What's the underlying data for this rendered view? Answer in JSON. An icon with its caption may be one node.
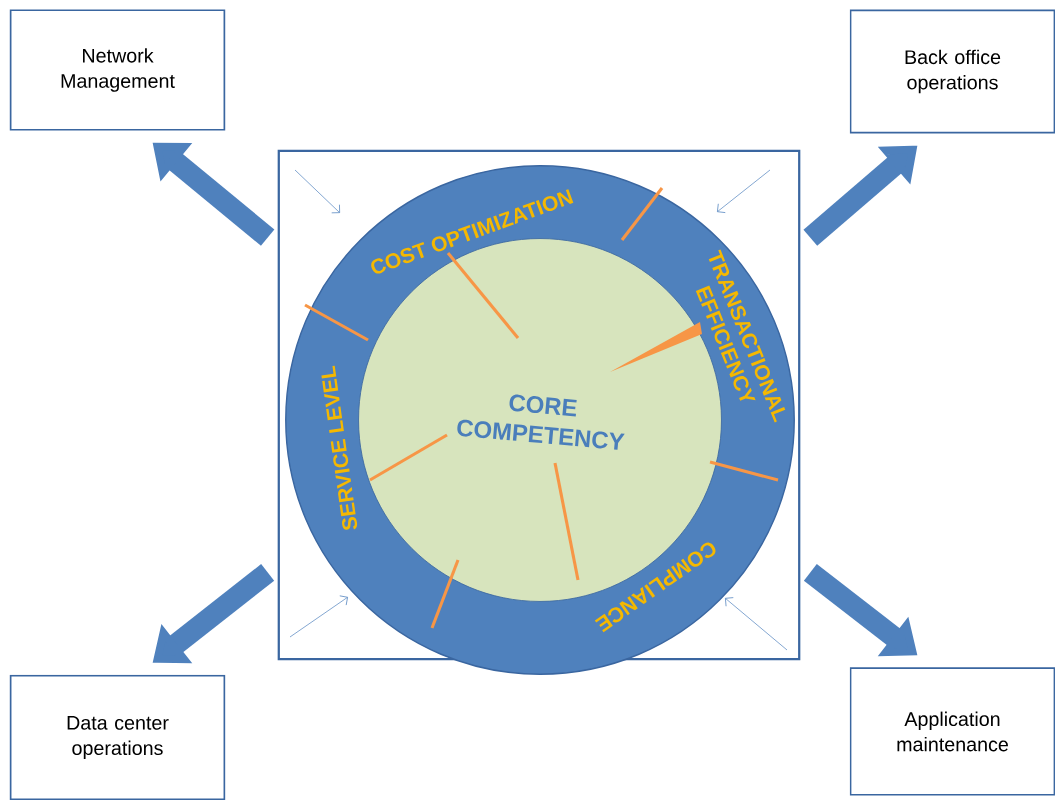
{
  "diagram": {
    "nodes": [
      {
        "text": [
          "Network Management"
        ]
      },
      {
        "text": [
          "Back office operations"
        ]
      },
      {
        "text": [],
        "shape": "box"
      },
      {
        "text": [],
        "shape": "circle",
        "in": 2
      },
      {
        "text": [
          "COST OPTIMIZATION"
        ],
        "in": 3
      },
      {
        "text": [
          "TRANSACTIONAL EFFICIENCY"
        ],
        "in": 3
      },
      {
        "text": [
          "SERVICE LEVEL"
        ],
        "in": 3
      },
      {
        "text": [
          "COMPLIANCE"
        ],
        "in": 3
      },
      {
        "text": [
          "CORE COMPETENCY"
        ],
        "in": 3
      },
      {
        "text": [
          "Data center operations"
        ]
      },
      {
        "text": [
          "Application maintenance"
        ]
      }
    ],
    "edges": [
      {
        "from": 2,
        "to": 0,
        "arrow": "to"
      },
      {
        "from": 2,
        "to": 1,
        "arrow": "to"
      },
      {
        "from": 2,
        "to": 9,
        "arrow": "to"
      },
      {
        "from": 2,
        "to": 10,
        "arrow": "to"
      }
    ]
  }
}
